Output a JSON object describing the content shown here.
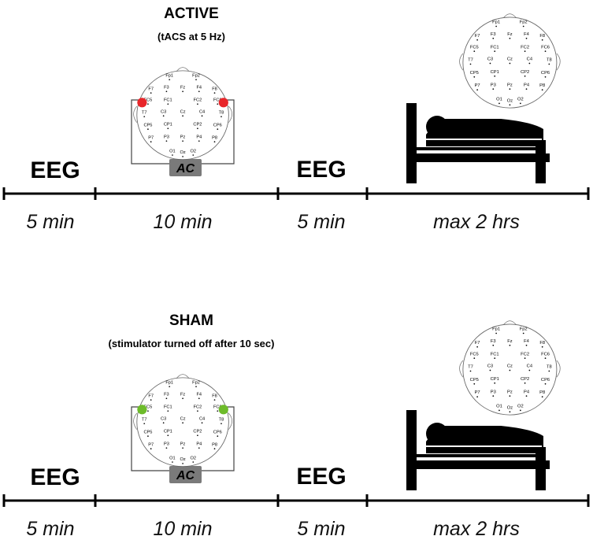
{
  "eeg_label": "EEG",
  "electrodes": [
    "Fp1",
    "Fp2",
    "F7",
    "F3",
    "Fz",
    "F4",
    "F8",
    "FC5",
    "FC1",
    "FC2",
    "FC6",
    "T7",
    "C3",
    "Cz",
    "C4",
    "T8",
    "CP5",
    "CP1",
    "CP2",
    "CP6",
    "P7",
    "P3",
    "Pz",
    "P4",
    "P8",
    "O1",
    "Oz",
    "O2"
  ],
  "stimulator_label": "AC",
  "icons": {
    "bed": "bed-icon",
    "scalp": "eeg-cap-icon",
    "stimulator": "ac-stimulator-icon"
  },
  "conditions": [
    {
      "id": "active",
      "title": "ACTIVE",
      "subtitle": "(tACS at 5 Hz)",
      "stim_electrode_color": "#e8262a",
      "durations": [
        "5 min",
        "10 min",
        "5 min",
        "max 2 hrs"
      ]
    },
    {
      "id": "sham",
      "title": "SHAM",
      "subtitle": "(stimulator turned off after 10 sec)",
      "stim_electrode_color": "#6dbb2a",
      "durations": [
        "5 min",
        "10 min",
        "5 min",
        "max 2 hrs"
      ]
    }
  ]
}
